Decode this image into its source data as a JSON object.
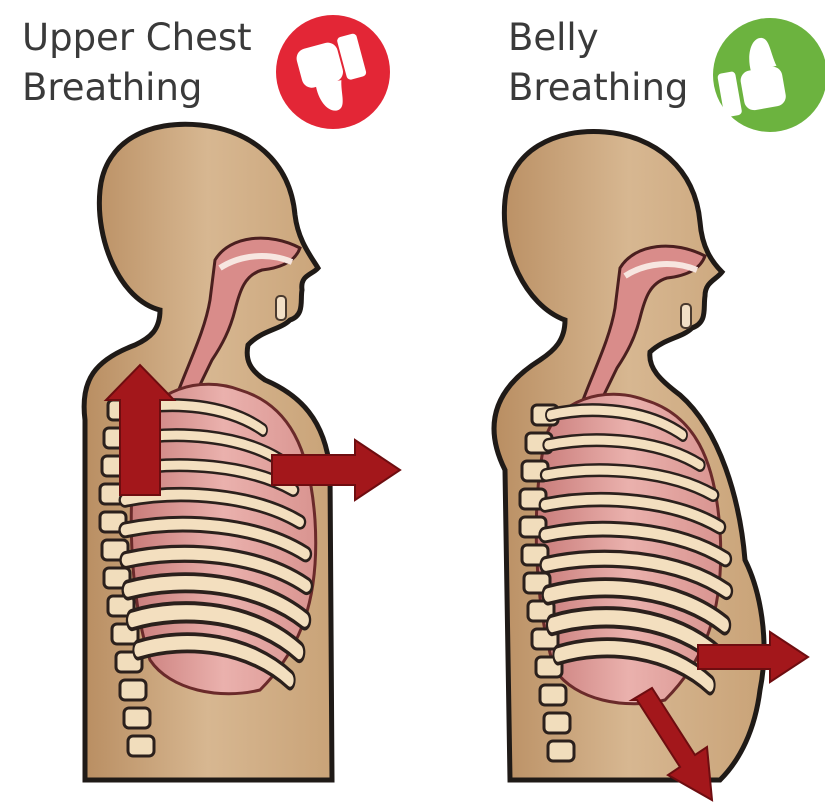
{
  "left_panel": {
    "title_line1": "Upper Chest",
    "title_line2": "Breathing",
    "verdict_icon": "thumbs-down-icon",
    "verdict_color": "#e32636"
  },
  "right_panel": {
    "title_line1": "Belly",
    "title_line2": "Breathing",
    "verdict_icon": "thumbs-up-icon",
    "verdict_color": "#6cb33f"
  },
  "colors": {
    "skin": "#d2b48c",
    "skin_outline": "#1f1a17",
    "lung": "#e7a9a7",
    "rib": "#f4e0c0",
    "arrow": "#a3171b"
  }
}
